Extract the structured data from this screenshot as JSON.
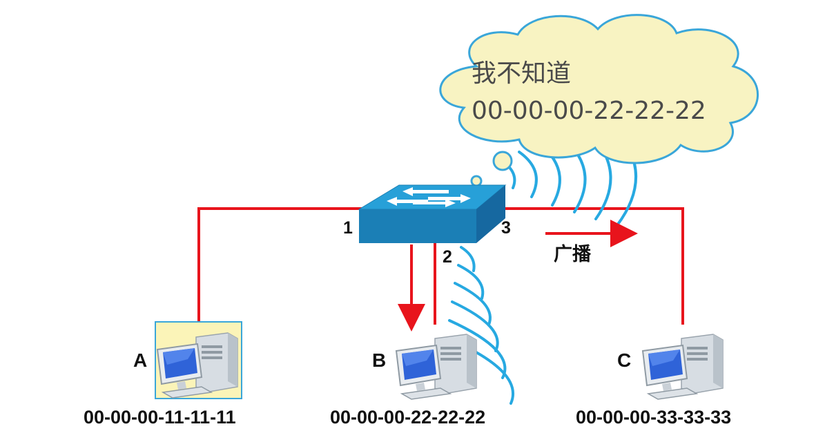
{
  "colors": {
    "link": "#e8141c",
    "wave": "#27a9e1",
    "cloud_fill": "#f8f3c2",
    "cloud_stroke": "#3aa6d9",
    "switch_top": "#27a0d8",
    "switch_front": "#1b7fb6",
    "switch_side": "#1668a0",
    "highlight_bg": "#fbf4b8",
    "highlight_border": "#3aa6d9"
  },
  "thought": {
    "line1": "我不知道",
    "line2": "00-00-00-22-22-22"
  },
  "switch": {
    "ports": {
      "p1": "1",
      "p2": "2",
      "p3": "3"
    }
  },
  "broadcast": {
    "label": "广播"
  },
  "hosts": [
    {
      "name": "A",
      "mac": "00-00-00-11-11-11",
      "highlighted": true
    },
    {
      "name": "B",
      "mac": "00-00-00-22-22-22",
      "highlighted": false
    },
    {
      "name": "C",
      "mac": "00-00-00-33-33-33",
      "highlighted": false
    }
  ]
}
